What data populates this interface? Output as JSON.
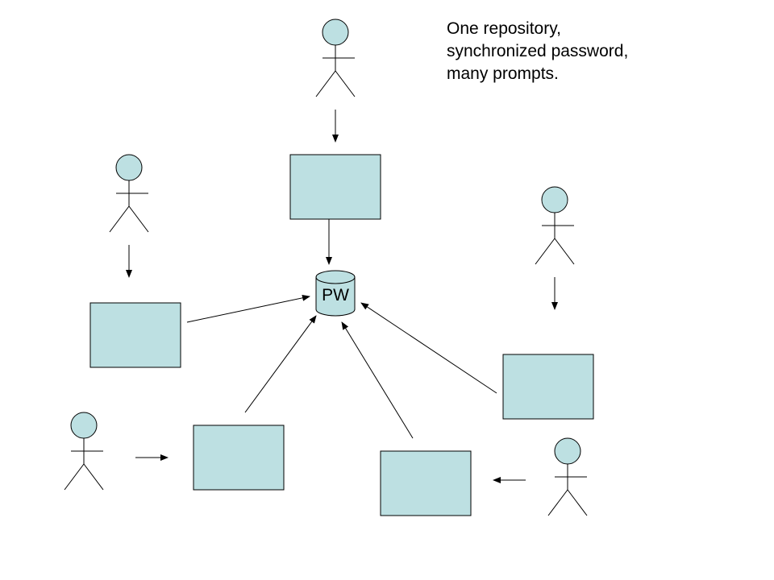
{
  "caption": {
    "lines": [
      "One repository,",
      "synchronized password,",
      "many prompts."
    ]
  },
  "repository": {
    "label": "PW"
  },
  "colors": {
    "box_fill": "#bde0e2",
    "stroke": "#000000",
    "head_fill": "#bde0e2"
  },
  "icons": [
    "stick-figure-icon",
    "database-cylinder-icon",
    "arrow-icon"
  ]
}
